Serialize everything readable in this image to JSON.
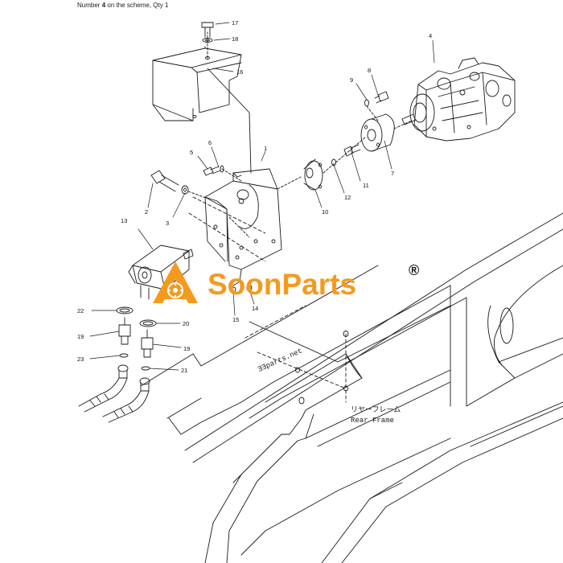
{
  "header": {
    "caption_prefix": "Number ",
    "caption_number": "4",
    "caption_suffix": " on the scheme, Qty 1"
  },
  "watermark": {
    "brand": "SoonParts",
    "registered": "®",
    "color": "#f39a1f"
  },
  "frame": {
    "label_jp": "リヤーフレーム",
    "label_en": "Rear Frame",
    "engraving": "ƎƎparts.net"
  },
  "callouts": [
    "17",
    "18",
    "16",
    "1",
    "4",
    "8",
    "9",
    "7",
    "5",
    "6",
    "11",
    "12",
    "10",
    "2",
    "3",
    "13",
    "14",
    "15",
    "22",
    "20",
    "19",
    "19",
    "23",
    "21"
  ]
}
